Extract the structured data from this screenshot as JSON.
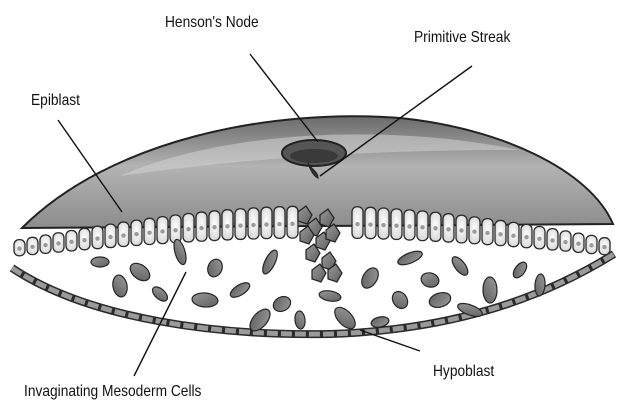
{
  "labels": {
    "hensons_node": "Henson's Node",
    "primitive_streak": "Primitive Streak",
    "epiblast": "Epiblast",
    "hypoblast": "Hypoblast",
    "mesoderm": "Invaginating Mesoderm Cells"
  }
}
